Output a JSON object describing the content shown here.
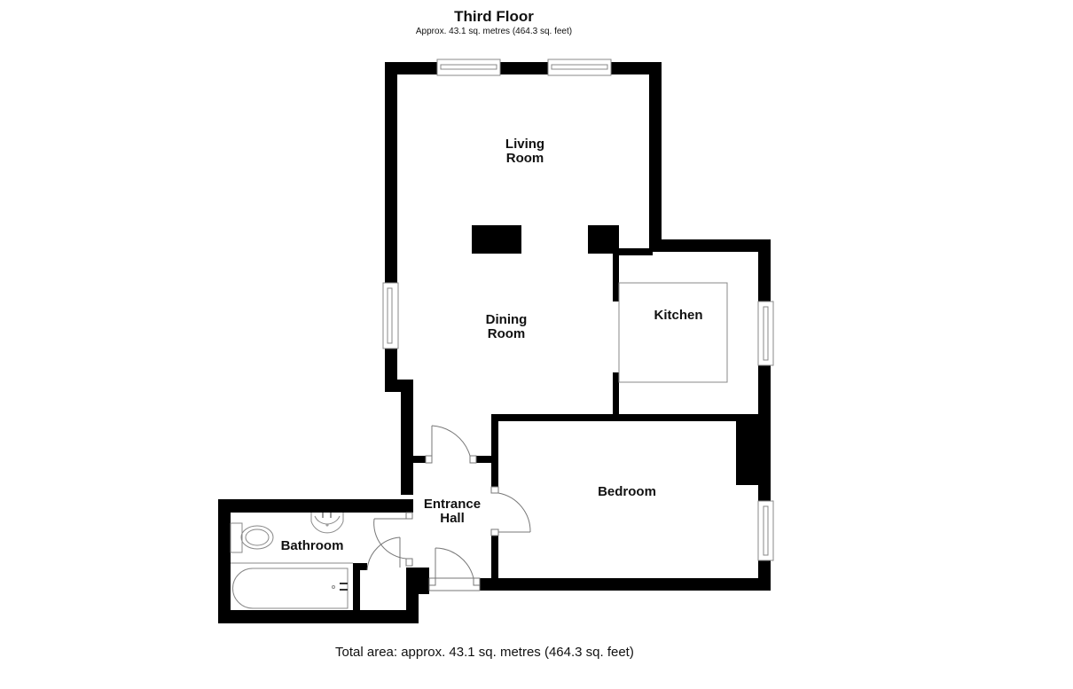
{
  "header": {
    "title": "Third Floor",
    "subtitle": "Approx. 43.1 sq. metres (464.3 sq. feet)"
  },
  "footer": {
    "total_area": "Total area: approx. 43.1 sq. metres (464.3 sq. feet)"
  },
  "rooms": [
    {
      "id": "living-room",
      "line1": "Living",
      "line2": "Room"
    },
    {
      "id": "dining-room",
      "line1": "Dining",
      "line2": "Room"
    },
    {
      "id": "kitchen",
      "line1": "Kitchen",
      "line2": ""
    },
    {
      "id": "bedroom",
      "line1": "Bedroom",
      "line2": ""
    },
    {
      "id": "entrance-hall",
      "line1": "Entrance",
      "line2": "Hall"
    },
    {
      "id": "bathroom",
      "line1": "Bathroom",
      "line2": ""
    }
  ],
  "colors": {
    "wall": "#000000",
    "fixture_line": "#888888",
    "background": "#ffffff"
  }
}
